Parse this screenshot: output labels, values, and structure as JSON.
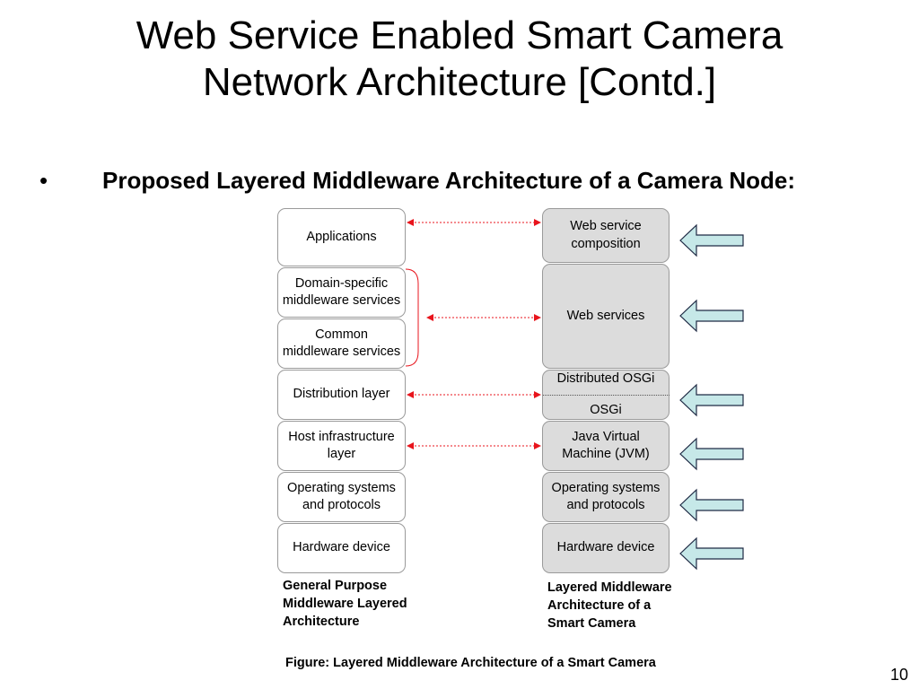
{
  "slide": {
    "title_line1": "Web Service Enabled Smart Camera",
    "title_line2": "Network Architecture [Contd.]",
    "bullet_marker": "•",
    "bullet_text": "Proposed Layered Middleware Architecture of a Camera Node:",
    "page_number": "10"
  },
  "left_stack": {
    "layers": [
      "Applications",
      "Domain-specific middleware services",
      "Common middleware services",
      "Distribution layer",
      "Host infrastructure layer",
      "Operating systems and protocols",
      "Hardware device"
    ],
    "caption_lines": [
      "General Purpose",
      "Middleware Layered",
      "Architecture"
    ]
  },
  "right_stack": {
    "layers": [
      "Web service composition",
      "Web services",
      "Java Virtual Machine (JVM)",
      "Operating systems and protocols",
      "Hardware device"
    ],
    "osgi_top": "Distributed OSGi",
    "osgi_bottom": "OSGi",
    "caption_lines": [
      "Layered Middleware",
      "Architecture of a",
      "Smart Camera"
    ]
  },
  "figure_caption": "Figure: Layered Middleware Architecture of a Smart Camera",
  "colors": {
    "connector": "#e8141c",
    "right_fill": "#dcdcdc",
    "arrow_fill": "#c6e8e8",
    "arrow_stroke": "#1f2a44"
  }
}
